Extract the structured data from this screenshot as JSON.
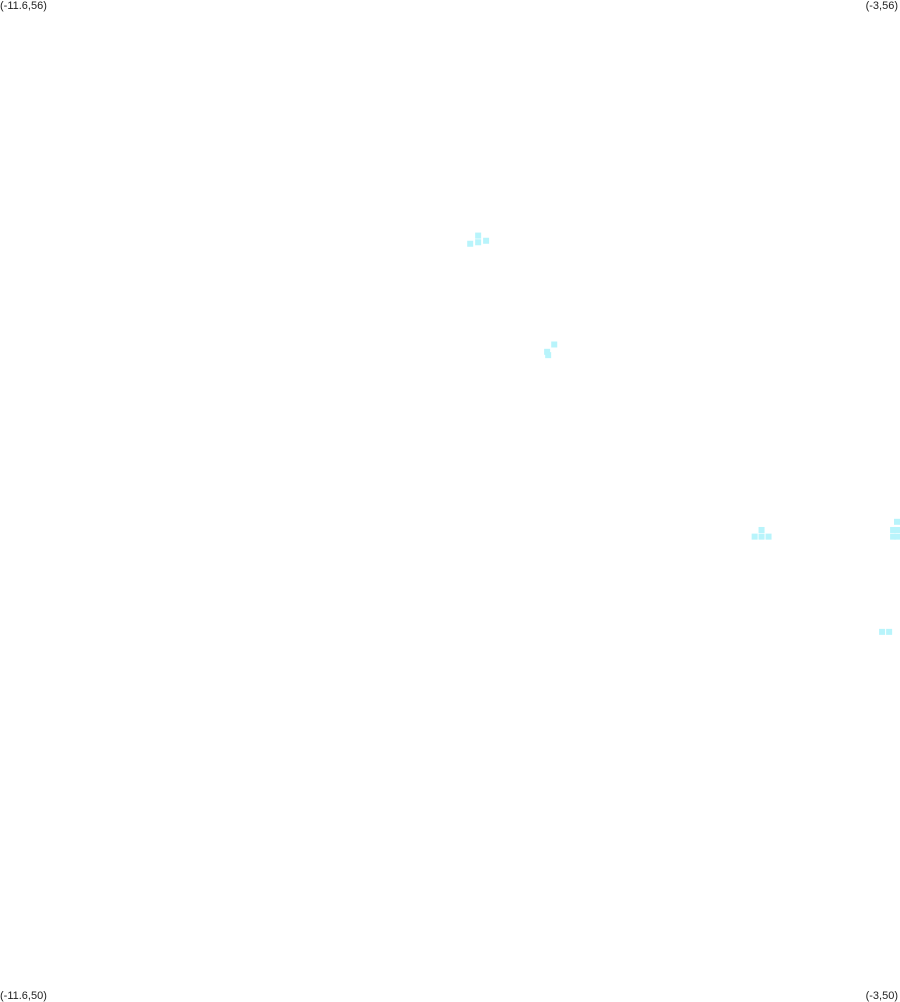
{
  "map": {
    "corner_labels": {
      "top_left": "(-11.6,56)",
      "top_right": "(-3,56)",
      "bottom_left": "(-11.6,50)",
      "bottom_right": "(-3,50)"
    },
    "bounds": {
      "lon_min": -11.6,
      "lon_max": -3,
      "lat_min": 50,
      "lat_max": 56
    },
    "marker_color": "#b8f4fb"
  },
  "chart_data": {
    "type": "scatter",
    "xlim": [
      -11.6,
      -3
    ],
    "ylim": [
      50,
      56
    ],
    "points": [
      [
        -7.107,
        54.536
      ],
      [
        -7.031,
        54.585
      ],
      [
        -7.031,
        54.545
      ],
      [
        -6.955,
        54.554
      ],
      [
        -6.362,
        53.867
      ],
      [
        -6.372,
        53.887
      ],
      [
        -6.304,
        53.931
      ],
      [
        -4.389,
        52.777
      ],
      [
        -4.323,
        52.817
      ],
      [
        -4.323,
        52.777
      ],
      [
        -4.256,
        52.777
      ],
      [
        -3.066,
        52.777
      ],
      [
        -3.066,
        52.817
      ],
      [
        -3.019,
        52.817
      ],
      [
        -3.019,
        52.777
      ],
      [
        -3.019,
        52.866
      ],
      [
        -3.171,
        52.205
      ],
      [
        -3.104,
        52.205
      ]
    ]
  }
}
